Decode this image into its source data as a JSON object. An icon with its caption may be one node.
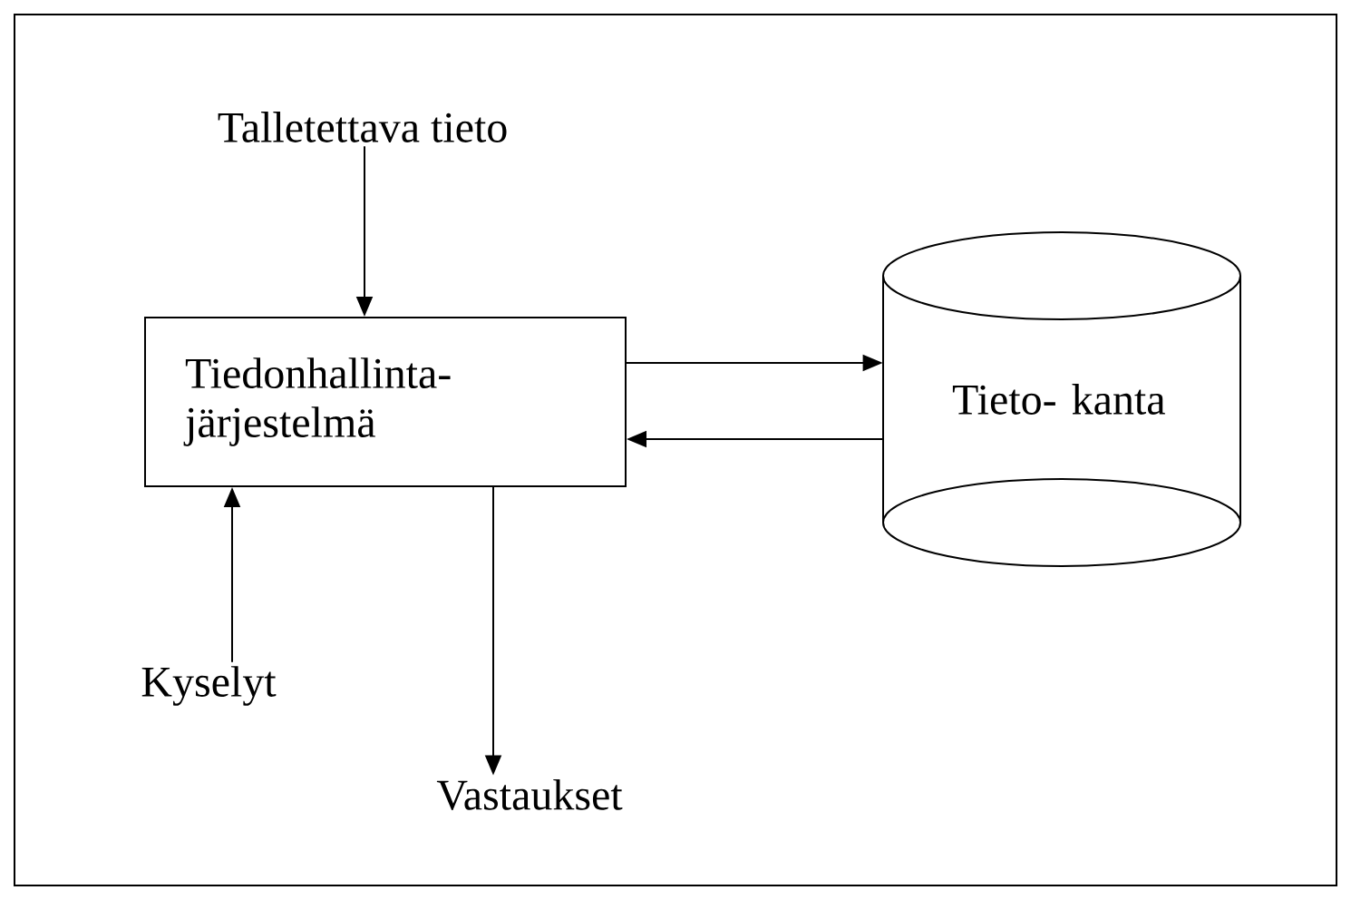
{
  "diagram": {
    "nodes": [
      {
        "text": [
          "Talletettava tieto"
        ]
      },
      {
        "text": [
          "Tiedonhallinta- järjestelmä"
        ]
      },
      {
        "text": [
          "Tieto- kanta"
        ]
      },
      {
        "text": [
          "Kyselyt"
        ]
      },
      {
        "text": [
          "Vastaukset"
        ]
      }
    ],
    "edges": [
      {
        "from": 0,
        "to": 1,
        "arrow": "to"
      },
      {
        "from": 1,
        "to": 2,
        "arrow": "to"
      },
      {
        "from": 2,
        "to": 1,
        "arrow": "to"
      },
      {
        "from": 3,
        "to": 1,
        "arrow": "to"
      },
      {
        "from": 1,
        "to": 4,
        "arrow": "to"
      }
    ]
  }
}
